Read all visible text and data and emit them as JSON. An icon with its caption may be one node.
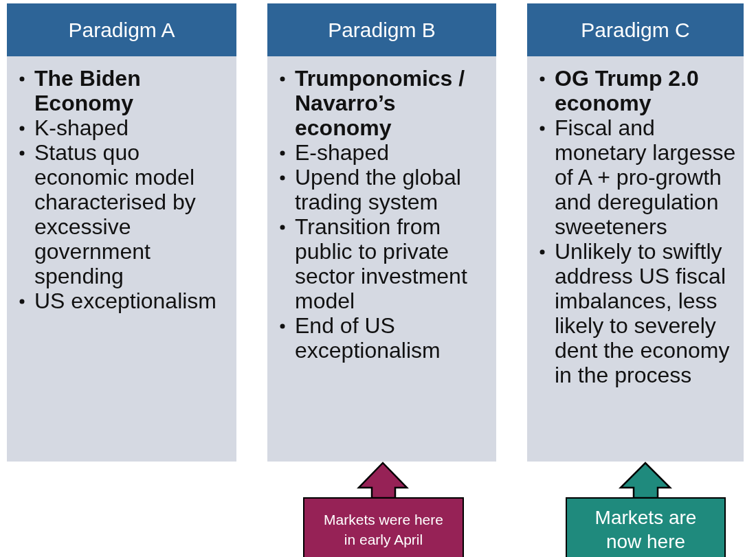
{
  "diagram": {
    "nodes": [
      {
        "text": [
          "Paradigm A",
          "The Biden Economy",
          "K-shaped",
          "Status quo economic model characterised by excessive government spending",
          "US exceptionalism"
        ]
      },
      {
        "text": [
          "Paradigm B",
          "Trumponomics / Navarro’s economy",
          "E-shaped",
          "Upend the global trading system",
          "Transition from public to private sector investment model",
          "End of US exceptionalism"
        ]
      },
      {
        "text": [
          "Paradigm C",
          "OG Trump 2.0 economy",
          "Fiscal and monetary largesse of A + pro-growth and deregulation sweeteners",
          "Unlikely to swiftly address US fiscal imbalances, less likely to severely dent the economy in the process"
        ]
      },
      {
        "text": [
          "Markets were here in early April"
        ]
      },
      {
        "text": [
          "Markets are now here"
        ]
      }
    ],
    "edges": [
      {
        "from": 3,
        "to": 1,
        "arrow": "to",
        "style": "thick",
        "color": "#962256"
      },
      {
        "from": 4,
        "to": 2,
        "arrow": "to",
        "style": "thick",
        "color": "#1f8a7d"
      }
    ]
  }
}
